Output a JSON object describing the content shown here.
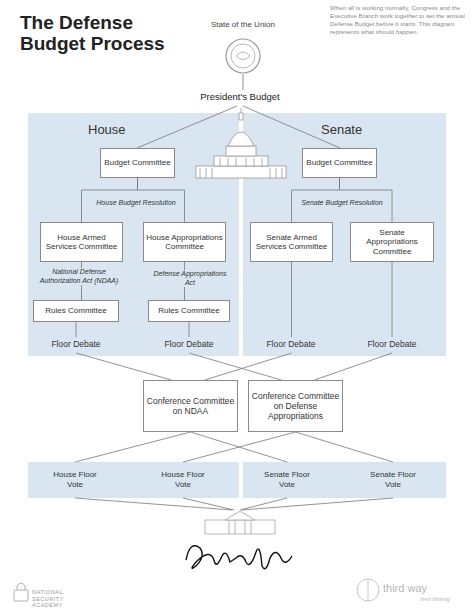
{
  "diagram": {
    "title": "The Defense Budget Process",
    "nodes": [
      {
        "text": [
          "House"
        ]
      },
      {
        "text": [
          "Budget Committee"
        ],
        "in": 0
      },
      {
        "text": [
          "House Armed Services Committee"
        ],
        "in": 0
      },
      {
        "text": [
          "House Appropriations Committee"
        ],
        "in": 0
      },
      {
        "text": [
          "Rules Committee"
        ],
        "in": 0
      },
      {
        "text": [
          "Rules Committee"
        ],
        "in": 0
      },
      {
        "text": [
          "Senate"
        ]
      },
      {
        "text": [
          "Budget Committee"
        ],
        "in": 6
      },
      {
        "text": [
          "Senate Armed Services Committee"
        ],
        "in": 6
      },
      {
        "text": [
          "Senate Appropriations Committee"
        ],
        "in": 6
      },
      {
        "text": [
          "Conference Committee on NDAA"
        ]
      },
      {
        "text": [
          "Conference Committee on Defense Appropriations"
        ]
      },
      {
        "text": [
          "House Floor Vote",
          "House Floor Vote"
        ]
      },
      {
        "text": [
          "Senate Floor Vote",
          "Senate Floor Vote"
        ]
      }
    ],
    "edges": [
      {
        "from": 1,
        "to": 2,
        "arrow": "none"
      },
      {
        "from": 1,
        "to": 3,
        "arrow": "none"
      },
      {
        "from": 2,
        "to": 4,
        "label": "National Defense Authorization Act (NDAA)",
        "arrow": "none"
      },
      {
        "from": 3,
        "to": 5,
        "label": "Defense Appropriations Act",
        "arrow": "none"
      },
      {
        "from": 7,
        "to": 8,
        "arrow": "none"
      },
      {
        "from": 7,
        "to": 9,
        "arrow": "none"
      },
      {
        "from": 4,
        "to": 10,
        "arrow": "none"
      },
      {
        "from": 5,
        "to": 11,
        "arrow": "none"
      },
      {
        "from": 8,
        "to": 10,
        "arrow": "none"
      },
      {
        "from": 9,
        "to": 11,
        "arrow": "none"
      },
      {
        "from": 10,
        "to": 12,
        "arrow": "none"
      },
      {
        "from": 10,
        "to": 13,
        "arrow": "none"
      },
      {
        "from": 11,
        "to": 12,
        "arrow": "none"
      },
      {
        "from": 11,
        "to": 13,
        "arrow": "none"
      }
    ],
    "labels": [
      "State of the Union",
      "When all is working normally, Congress and the Executive Branch work together to set the annual Defense Budget before it starts. This diagram represents what should happen.",
      "President's Budget",
      "House Budget Resolution",
      "Senate Budget Resolution",
      "Floor Debate",
      "Floor Debate",
      "Floor Debate",
      "Floor Debate",
      "NATIONAL SECURITY ACADEMY",
      "third way",
      "fresh thinking"
    ]
  }
}
